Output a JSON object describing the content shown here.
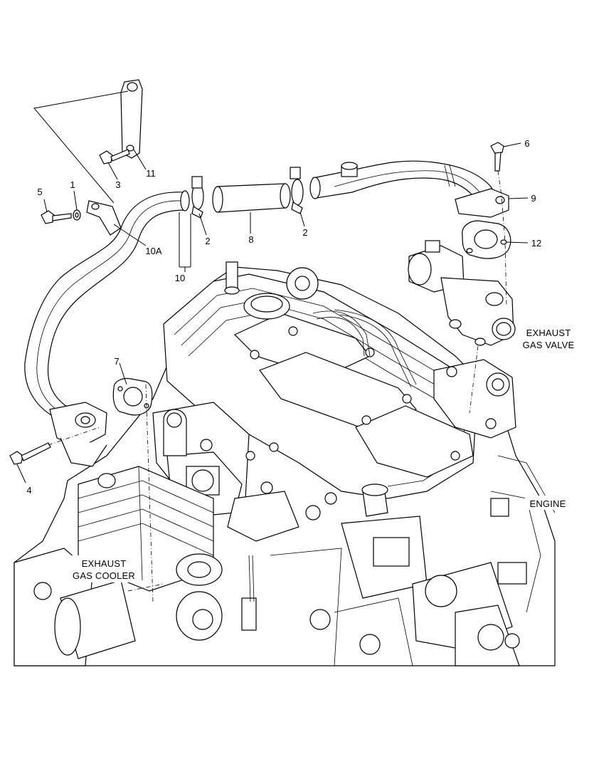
{
  "callouts": {
    "c1": "1",
    "c2a": "2",
    "c2b": "2",
    "c3": "3",
    "c4": "4",
    "c5": "5",
    "c6": "6",
    "c7": "7",
    "c8": "8",
    "c9": "9",
    "c10": "10",
    "c10a": "10A",
    "c11": "11",
    "c12": "12"
  },
  "captions": {
    "exhaust_gas_valve_line1": "EXHAUST",
    "exhaust_gas_valve_line2": "GAS VALVE",
    "exhaust_gas_cooler_line1": "EXHAUST",
    "exhaust_gas_cooler_line2": "GAS COOLER",
    "engine": "ENGINE"
  }
}
